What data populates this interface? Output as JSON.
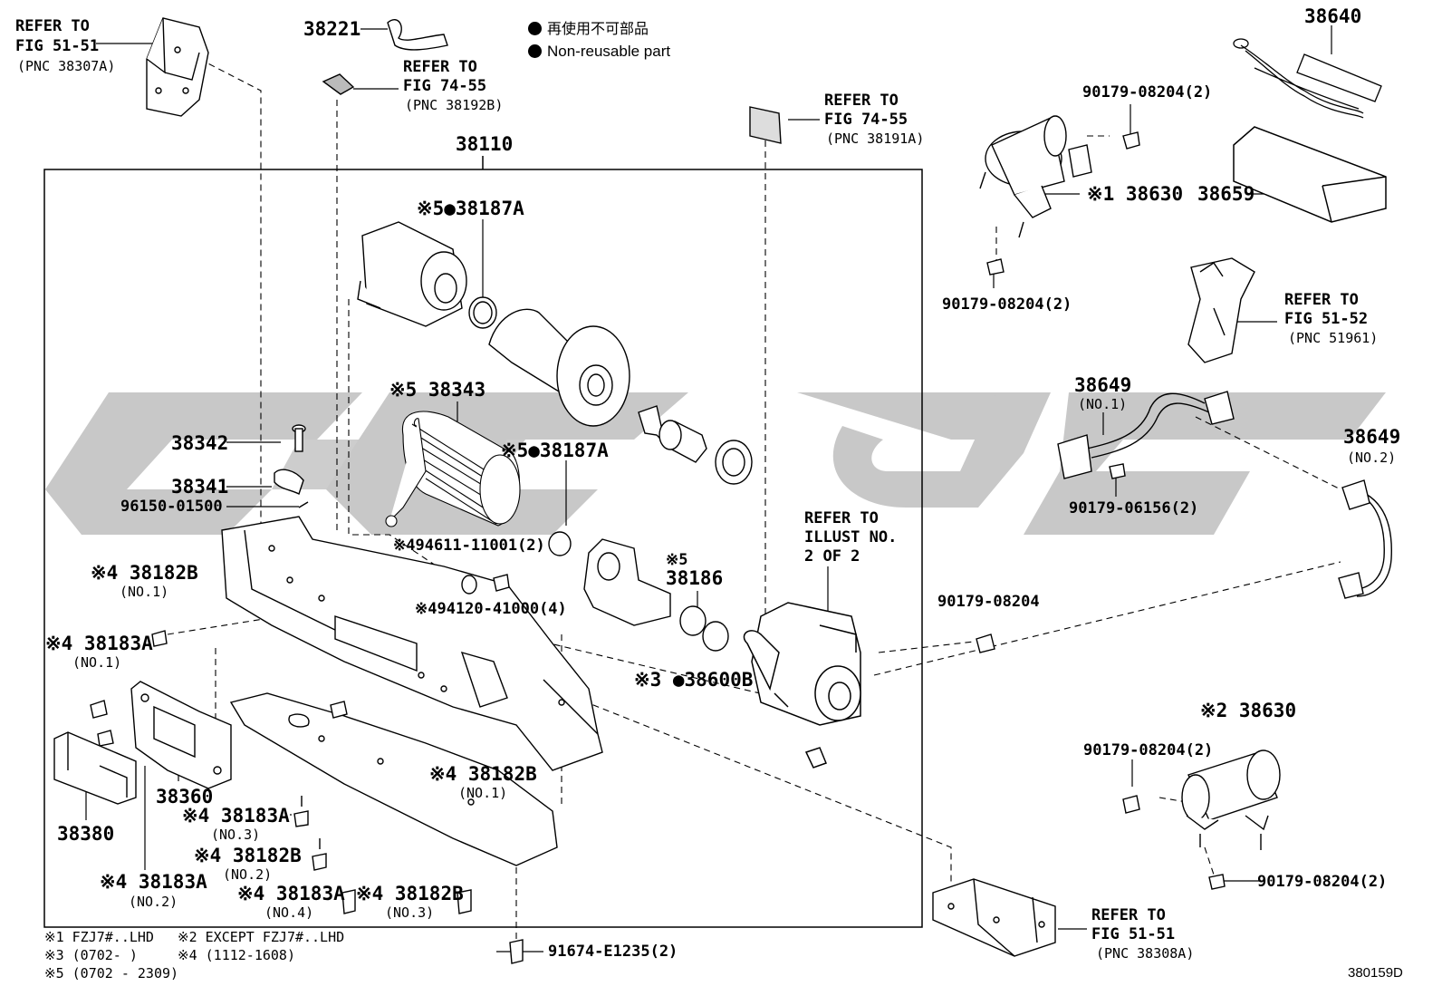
{
  "legend": {
    "jp": "再使用不可部品",
    "en": "Non-reusable part"
  },
  "diagram_code": "380159D",
  "callouts": {
    "c38221": "38221",
    "c38110": "38110",
    "c38640": "38640",
    "c38659": "38659",
    "c38630_top": "※1 38630",
    "c38630_bottom": "※2 38630",
    "c38187a_top": "※5●38187A",
    "c38187a_mid": "※5●38187A",
    "c38343": "※5 38343",
    "c38342": "38342",
    "c38341": "38341",
    "c96150": "96150-01500",
    "c94611": "※494611-11001(2)",
    "c94120": "※494120-41000(4)",
    "c38186_mark": "※5",
    "c38186": "38186",
    "c38600b": "※3 ●38600B",
    "c38182b_1a": "※4 38182B",
    "c38182b_1a_no": "(NO.1)",
    "c38183a_1": "※4 38183A",
    "c38183a_1_no": "(NO.1)",
    "c38182b_1b": "※4 38182B",
    "c38182b_1b_no": "(NO.1)",
    "c38360": "38360",
    "c38380": "38380",
    "c38183a_3": "※4 38183A",
    "c38183a_3_no": "(NO.3)",
    "c38182b_2": "※4 38182B",
    "c38182b_2_no": "(NO.2)",
    "c38183a_2": "※4 38183A",
    "c38183a_2_no": "(NO.2)",
    "c38183a_4": "※4 38183A",
    "c38183a_4_no": "(NO.4)",
    "c38182b_3": "※4 38182B",
    "c38182b_3_no": "(NO.3)",
    "c91674": "91674-E1235(2)",
    "c90179_a": "90179-08204(2)",
    "c90179_b": "90179-08204(2)",
    "c90179_c": "90179-08204",
    "c90179_d": "90179-08204(2)",
    "c90179_e": "90179-08204(2)",
    "c90179_06156": "90179-06156(2)",
    "c38649_1": "38649",
    "c38649_1_no": "(NO.1)",
    "c38649_2": "38649",
    "c38649_2_no": "(NO.2)"
  },
  "refs": {
    "r1": {
      "line1": "REFER TO",
      "line2": "FIG 51-51",
      "line3": "(PNC 38307A)"
    },
    "r2": {
      "line1": "REFER TO",
      "line2": "FIG 74-55",
      "line3": "(PNC 38192B)"
    },
    "r3": {
      "line1": "REFER TO",
      "line2": "FIG 74-55",
      "line3": "(PNC 38191A)"
    },
    "r4": {
      "line1": "REFER TO",
      "line2": "FIG 51-52",
      "line3": "(PNC 51961)"
    },
    "r5": {
      "line1": "REFER TO",
      "line2": "ILLUST NO.",
      "line3": "2 OF 2"
    },
    "r6": {
      "line1": "REFER TO",
      "line2": "FIG 51-51",
      "line3": "(PNC 38308A)"
    }
  },
  "footnotes": {
    "n1": "※1 FZJ7#..LHD",
    "n2": "※2 EXCEPT FZJ7#..LHD",
    "n3": "※3 (0702-      )",
    "n4": "※4 (1112-1608)",
    "n5": "※5 (0702 - 2309)"
  },
  "colors": {
    "watermark": "#c8c8c8",
    "ink": "#000000"
  }
}
